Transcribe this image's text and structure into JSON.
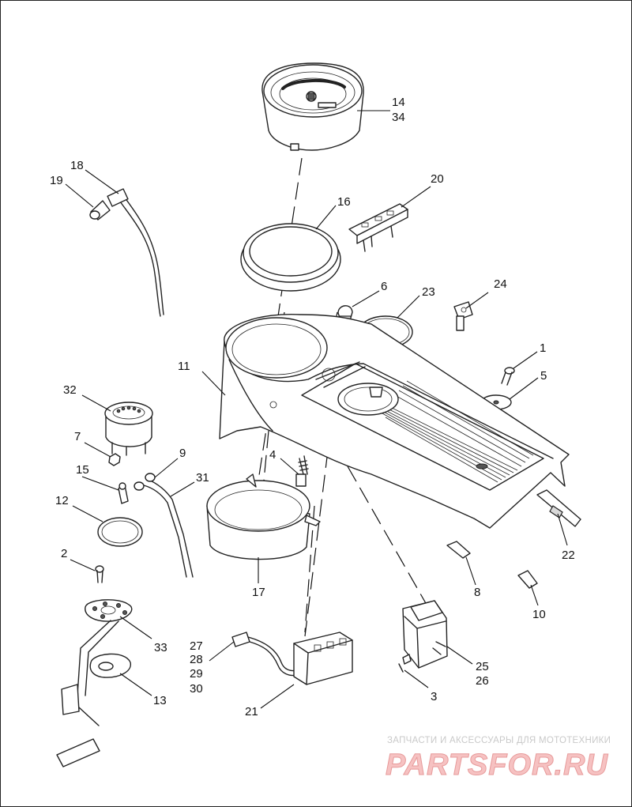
{
  "callouts": [
    {
      "id": "c14",
      "text": "14"
    },
    {
      "id": "c34",
      "text": "34"
    },
    {
      "id": "c18",
      "text": "18"
    },
    {
      "id": "c19",
      "text": "19"
    },
    {
      "id": "c16",
      "text": "16"
    },
    {
      "id": "c20",
      "text": "20"
    },
    {
      "id": "c6",
      "text": "6"
    },
    {
      "id": "c23",
      "text": "23"
    },
    {
      "id": "c24",
      "text": "24"
    },
    {
      "id": "c1",
      "text": "1"
    },
    {
      "id": "c5",
      "text": "5"
    },
    {
      "id": "c11",
      "text": "11"
    },
    {
      "id": "c32",
      "text": "32"
    },
    {
      "id": "c7",
      "text": "7"
    },
    {
      "id": "c9",
      "text": "9"
    },
    {
      "id": "c4",
      "text": "4"
    },
    {
      "id": "c31",
      "text": "31"
    },
    {
      "id": "c15",
      "text": "15"
    },
    {
      "id": "c12",
      "text": "12"
    },
    {
      "id": "c2",
      "text": "2"
    },
    {
      "id": "c17",
      "text": "17"
    },
    {
      "id": "c22",
      "text": "22"
    },
    {
      "id": "c8",
      "text": "8"
    },
    {
      "id": "c10",
      "text": "10"
    },
    {
      "id": "c33",
      "text": "33"
    },
    {
      "id": "c27",
      "text": "27"
    },
    {
      "id": "c28",
      "text": "28"
    },
    {
      "id": "c29",
      "text": "29"
    },
    {
      "id": "c30",
      "text": "30"
    },
    {
      "id": "c25",
      "text": "25"
    },
    {
      "id": "c26",
      "text": "26"
    },
    {
      "id": "c3",
      "text": "3"
    },
    {
      "id": "c13",
      "text": "13"
    },
    {
      "id": "c21",
      "text": "21"
    }
  ],
  "watermark": {
    "tagline": "ЗАПЧАСТИ И АКСЕССУАРЫ ДЛЯ МОТОТЕХНИКИ",
    "brand": "PARTSFOR.RU",
    "brand_color": "#e27b7b"
  }
}
